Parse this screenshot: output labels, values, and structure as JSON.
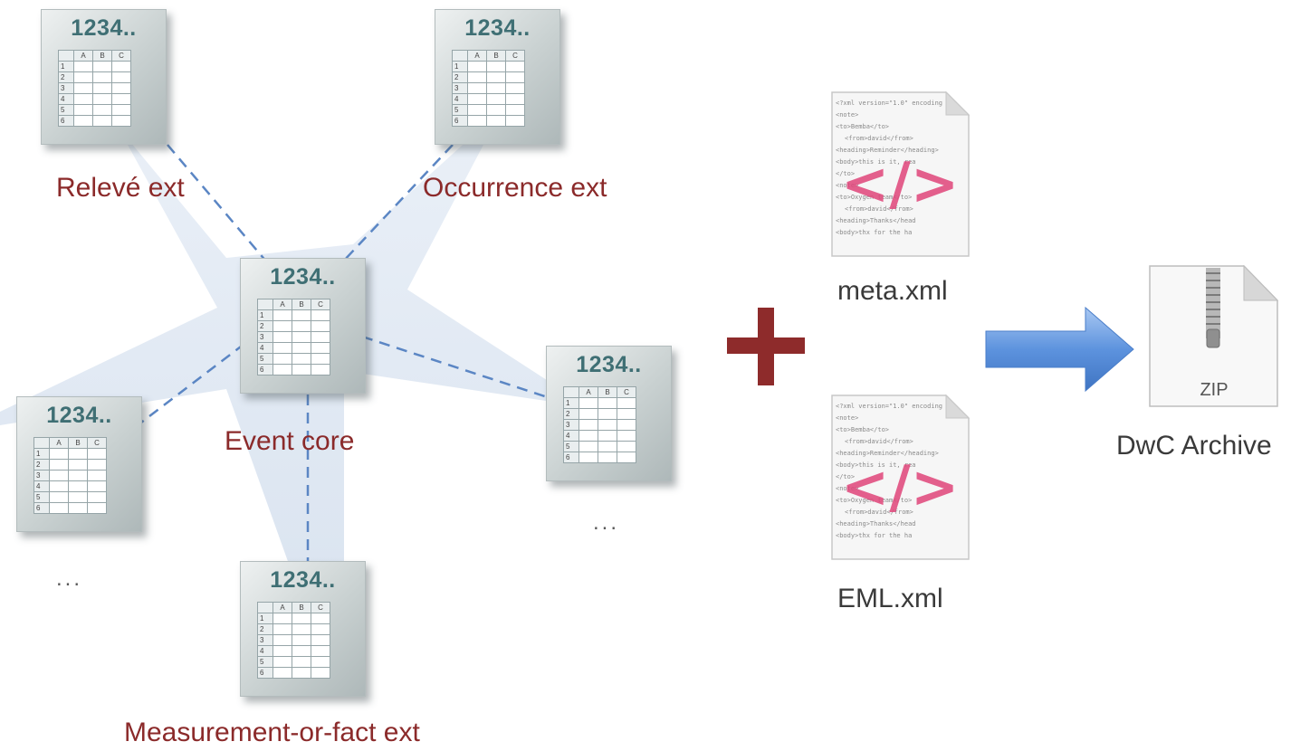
{
  "table_icon": {
    "title": "1234..",
    "columns": [
      "A",
      "B",
      "C"
    ],
    "rows": [
      "1",
      "2",
      "3",
      "4",
      "5",
      "6"
    ]
  },
  "nodes": {
    "releve": {
      "label": "Relevé ext"
    },
    "occurrence": {
      "label": "Occurrence ext"
    },
    "event_core": {
      "label": "Event core"
    },
    "left_more": {
      "label": "..."
    },
    "right_more": {
      "label": "..."
    },
    "measurement": {
      "label": "Measurement-or-fact ext"
    }
  },
  "plus_symbol": "+",
  "files": {
    "meta": {
      "label": "meta.xml"
    },
    "eml": {
      "label": "EML.xml"
    },
    "xml_snippet": [
      "<?xml version=\"1.0\" encoding",
      "<note>",
      "<to>Bemba</to>",
      "<from>david</from>",
      "<heading>Reminder</heading>",
      "<body>this is it, rea",
      "</to>",
      "<note>",
      "<to>Oxygen team</to>",
      "<from>david</from>",
      "<heading>Thanks</head",
      "<body>thx for the ha"
    ],
    "code_symbol": "</>"
  },
  "archive": {
    "label": "DwC Archive",
    "zip_text": "ZIP"
  },
  "colors": {
    "label": "#8b2a2a",
    "plus": "#8e2b2b",
    "connector": "#5b86c4",
    "star_fill": "#dde6f2",
    "arrow": "#4f86d6",
    "code_symbol": "#e0457a",
    "table_header": "#3f6f74"
  }
}
